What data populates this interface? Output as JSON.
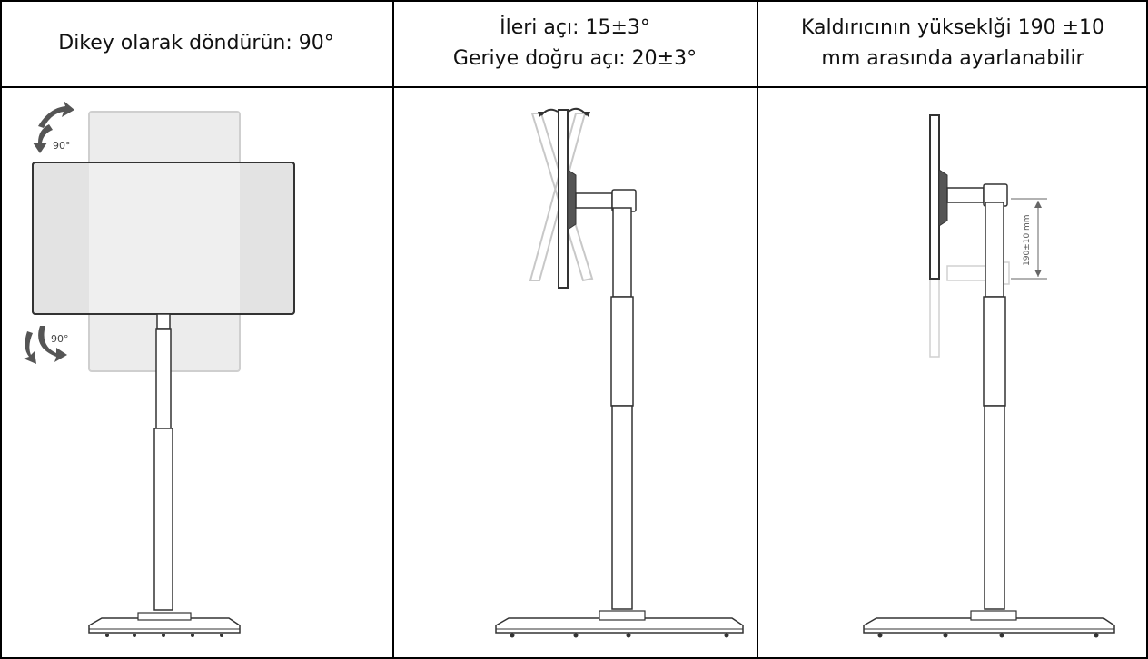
{
  "columns": [
    {
      "lines": [
        "Dikey olarak döndürün: 90°"
      ]
    },
    {
      "lines": [
        "İleri açı: 15±3°",
        "Geriye doğru açı: 20±3°"
      ]
    },
    {
      "lines": [
        "Kaldırıcının yükseklği 190 ±10",
        "mm arasında ayarlanabilir"
      ]
    }
  ],
  "annotations": {
    "rotate_top": "90°",
    "rotate_bottom": "90°",
    "height_range": "190±10 mm"
  }
}
